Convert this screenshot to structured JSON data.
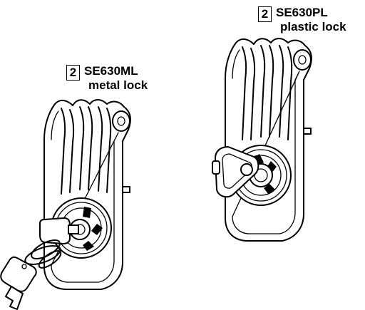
{
  "callouts": [
    {
      "qty": "2",
      "part_number": "SE630PL",
      "description": "plastic lock"
    },
    {
      "qty": "2",
      "part_number": "SE630ML",
      "description": "metal lock"
    }
  ]
}
